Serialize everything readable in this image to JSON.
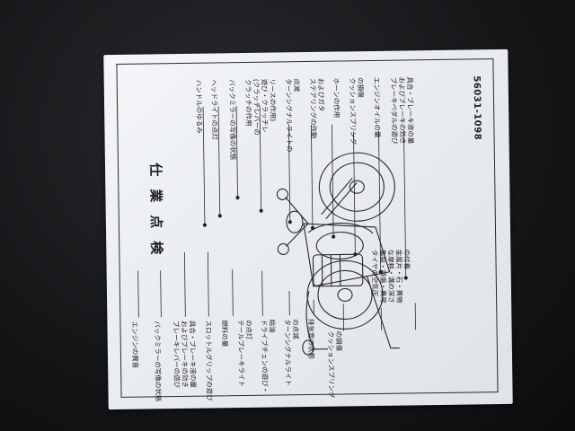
{
  "sticker": {
    "title": "仕業点検",
    "part_number": "56031-1098",
    "top_labels": [
      "ハンドルのゆるみ",
      "ヘッドライトの点灯",
      "バックミラーの写像の状態",
      "クラッチの作用",
      "(クラッチレバーの",
      "遊び・クラッチレ",
      "リースの作用)",
      "ターンシグナルライトの",
      "点滅",
      "ステアリングの作動",
      "およびガタ",
      "ホーンの作用",
      "クッションスプリング",
      "の損傷",
      "エンジンオイルの量",
      "ブレーキペダルの遊び",
      "およびブレーキの効き",
      "具合・ブレーキ液の量"
    ],
    "bottom_labels": [
      "エンジンの異音",
      "バックミラーの写像の状態",
      "ブレーキレバーの遊び",
      "およびブレーキの効き",
      "具合・ブレーキ液の量",
      "スロットルグリップの遊び",
      "燃料の量",
      "テールブレーキライト",
      "の点灯",
      "ドライブチェンの遊び・",
      "給油",
      "ターンシグナルライト",
      "の点滅",
      "排気音の状態",
      "クッションスプリング",
      "の損傷",
      "タイヤの空気圧",
      "亀裂・損傷・異常",
      "な摩耗・溝の深さ",
      "金属片・石・異物",
      "の付着"
    ]
  }
}
